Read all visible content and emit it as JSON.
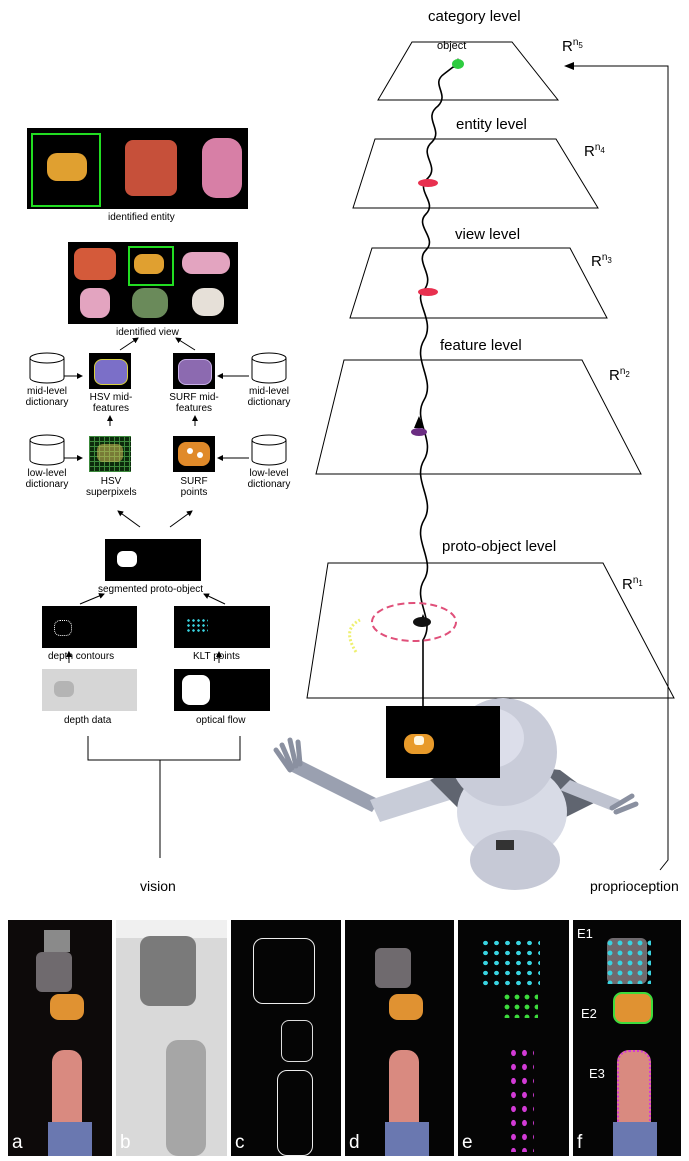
{
  "levels": {
    "category": "category level",
    "entity": "entity level",
    "view": "view level",
    "feature": "feature level",
    "proto": "proto-object level"
  },
  "object_label": "object",
  "spaces": {
    "r5": {
      "base": "R",
      "sup": "n",
      "sub": "5"
    },
    "r4": {
      "base": "R",
      "sup": "n",
      "sub": "4"
    },
    "r3": {
      "base": "R",
      "sup": "n",
      "sub": "3"
    },
    "r2": {
      "base": "R",
      "sup": "n",
      "sub": "2"
    },
    "r1": {
      "base": "R",
      "sup": "n",
      "sub": "1"
    }
  },
  "pipeline": {
    "identified_entity": "identified entity",
    "identified_view": "identified view",
    "mid_dict_left": "mid-level dictionary",
    "mid_dict_right": "mid-level dictionary",
    "hsv_mid": "HSV mid-features",
    "surf_mid": "SURF mid-features",
    "low_dict_left": "low-level dictionary",
    "low_dict_right": "low-level dictionary",
    "hsv_super": "HSV superpixels",
    "surf_points": "SURF points",
    "segmented": "segmented proto-object",
    "depth_contours": "depth contours",
    "klt_points": "KLT points",
    "depth_data": "depth data",
    "optical_flow": "optical flow"
  },
  "inputs": {
    "vision": "vision",
    "proprioception": "proprioception"
  },
  "panels": [
    "a",
    "b",
    "c",
    "d",
    "e",
    "f"
  ],
  "entity_tags": [
    "E1",
    "E2",
    "E3"
  ],
  "colors": {
    "object_dot": "#2ecc40",
    "entity_dot": "#e8304f",
    "feature_dot": "#6b2d82",
    "proto_dot": "#111111",
    "proto_ring": "#e0507a",
    "frame_green": "#22dd22",
    "klt_cyan": "#39d3e0",
    "klt_green": "#3ddc3d",
    "klt_magenta": "#d23ad6"
  }
}
